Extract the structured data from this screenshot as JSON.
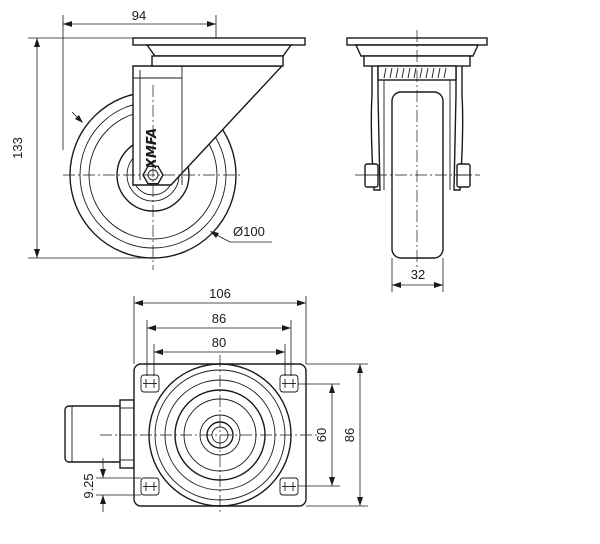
{
  "dimensions": {
    "top_width": "94",
    "height": "133",
    "wheel_diameter": "Ø100",
    "wheel_width": "32",
    "plate_width": "106",
    "hole_spacing_outer": "86",
    "hole_spacing_inner": "80",
    "hole_spacing_short": "60",
    "plate_length": "86",
    "hole_diameter": "9.25"
  },
  "logo_text": "XMFA"
}
